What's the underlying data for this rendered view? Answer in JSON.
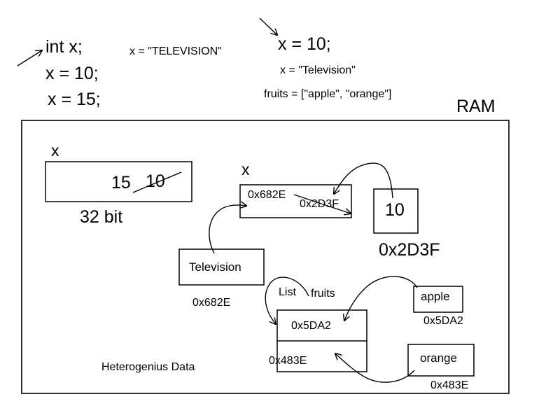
{
  "code_c": {
    "line1": "int x;",
    "line2": "x = 10;",
    "line3": "x = 15;"
  },
  "code_python": {
    "assign_television_upper": "x = \"TELEVISION\"",
    "assign_ten": "x = 10;",
    "assign_television": "x = \"Television\"",
    "assign_fruits": "fruits = [\"apple\", \"orange\"]"
  },
  "ram": {
    "label": "RAM",
    "static_var": {
      "name": "x",
      "value_new": "15",
      "value_old": "10",
      "size_label": "32 bit"
    },
    "dynamic_var": {
      "name": "x",
      "ref_old": "0x682E",
      "ref_new": "0x2D3F"
    },
    "int_object": {
      "value": "10",
      "address": "0x2D3F"
    },
    "string_object": {
      "value": "Television",
      "address": "0x682E"
    },
    "list_object": {
      "type_label": "List",
      "name": "fruits",
      "slot0": "0x5DA2",
      "slot1": "0x483E"
    },
    "apple_object": {
      "value": "apple",
      "address": "0x5DA2"
    },
    "orange_object": {
      "value": "orange",
      "address": "0x483E"
    },
    "caption": "Heterogenius Data"
  }
}
